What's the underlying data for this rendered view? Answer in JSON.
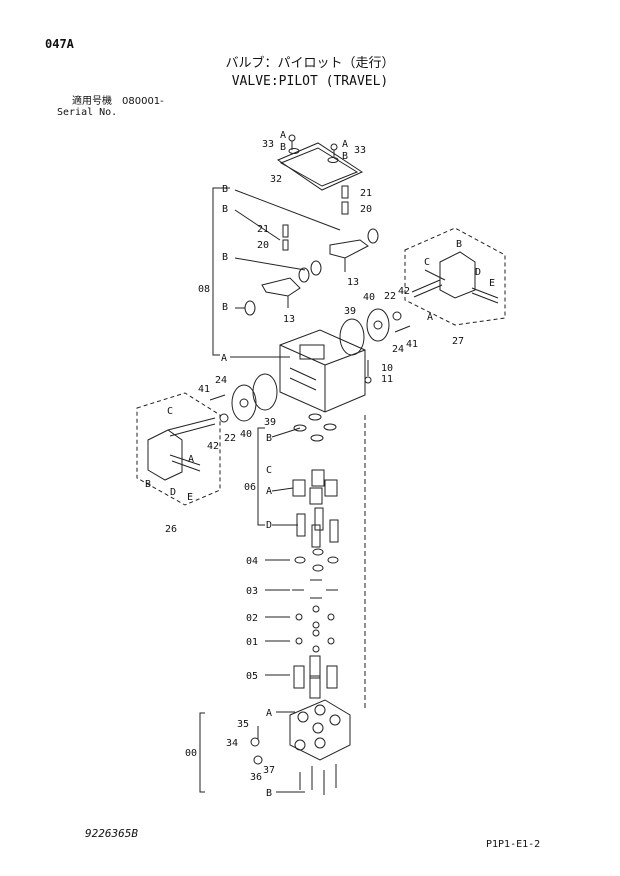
{
  "header": {
    "code": "047A",
    "title_jp": "バルブ：パイロット（走行）",
    "title_en": "VALVE:PILOT (TRAVEL)",
    "serial_jp": "適用号機　080001-",
    "serial_en": "Serial No."
  },
  "footer": {
    "doc_number": "9226365B",
    "page_code": "P1P1-E1-2"
  },
  "callouts": {
    "c33a": "33",
    "c33b": "33",
    "A1": "A",
    "B1": "B",
    "A2": "A",
    "B2": "B",
    "c32": "32",
    "c21a": "21",
    "c20a": "20",
    "c21b": "21",
    "c20b": "20",
    "B3": "B",
    "B4": "B",
    "B5": "B",
    "B6": "B",
    "c08": "08",
    "c13a": "13",
    "c13b": "13",
    "B7": "B",
    "C1": "C",
    "D1": "D",
    "E1": "E",
    "c40a": "40",
    "c42a": "42",
    "c22a": "22",
    "A3": "A",
    "c39a": "39",
    "c27": "27",
    "c24a": "24",
    "c41a": "41",
    "A4": "A",
    "c10": "10",
    "c11": "11",
    "c41b": "41",
    "c24b": "24",
    "C2": "C",
    "c42b": "42",
    "c22b": "22",
    "c40b": "40",
    "c39b": "39",
    "A5": "A",
    "B8": "B",
    "D2": "D",
    "E2": "E",
    "c26": "26",
    "B9": "B",
    "C3": "C",
    "c06": "06",
    "A6": "A",
    "D3": "D",
    "c04": "04",
    "c03": "03",
    "c02": "02",
    "c01": "01",
    "c05": "05",
    "A7": "A",
    "c35": "35",
    "c34": "34",
    "c36": "36",
    "c37": "37",
    "c00": "00",
    "B10": "B"
  }
}
